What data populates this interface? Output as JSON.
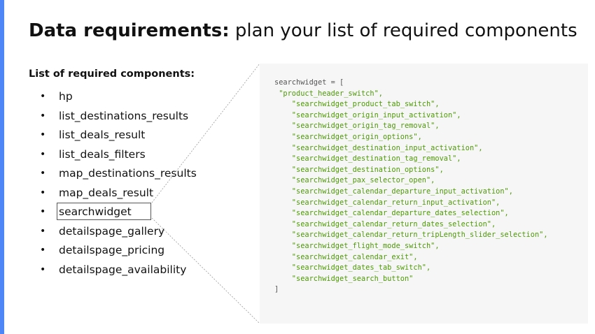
{
  "slide": {
    "title_bold": "Data requirements:",
    "title_rest": " plan your list of required components",
    "accent_color": "#4f86f7"
  },
  "components_list": {
    "heading": "List of required components:",
    "bullet": "•",
    "items": [
      "hp",
      "list_destinations_results",
      "list_deals_result",
      "list_deals_filters",
      "map_destinations_results",
      "map_deals_result",
      "searchwidget",
      "detailspage_gallery",
      "detailspage_pricing",
      "detailspage_availability"
    ],
    "highlighted_item": "searchwidget"
  },
  "code_block": {
    "open": "searchwidget = [",
    "entries": [
      " \"product_header_switch\",",
      "    \"searchwidget_product_tab_switch\",",
      "    \"searchwidget_origin_input_activation\",",
      "    \"searchwidget_origin_tag_removal\",",
      "    \"searchwidget_origin_options\",",
      "    \"searchwidget_destination_input_activation\",",
      "    \"searchwidget_destination_tag_removal\",",
      "    \"searchwidget_destination_options\",",
      "    \"searchwidget_pax_selector_open\",",
      "    \"searchwidget_calendar_departure_input_activation\",",
      "    \"searchwidget_calendar_return_input_activation\",",
      "    \"searchwidget_calendar_departure_dates_selection\",",
      "    \"searchwidget_calendar_return_dates_selection\",",
      "    \"searchwidget_calendar_return_tripLength_slider_selection\",",
      "    \"searchwidget_flight_mode_switch\",",
      "    \"searchwidget_calendar_exit\",",
      "    \"searchwidget_dates_tab_switch\",",
      "    \"searchwidget_search_button\""
    ],
    "close": "]",
    "string_color": "#4e9a06",
    "plain_color": "#555555"
  }
}
